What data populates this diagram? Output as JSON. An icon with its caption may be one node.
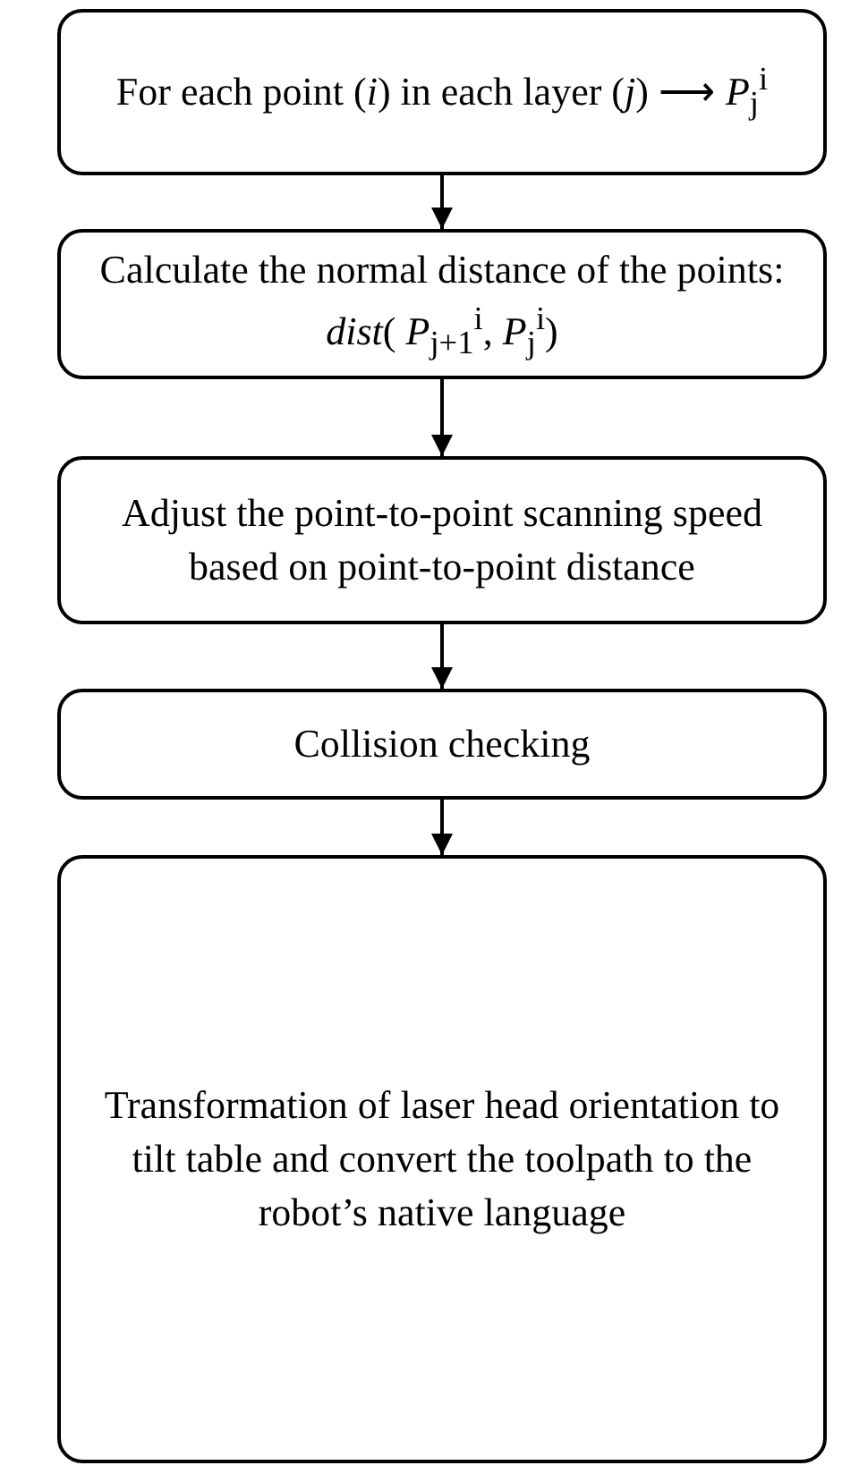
{
  "diagram": {
    "nodes": [
      {
        "text": [
          "For each point (*i*) in each layer (*j*) ⟶ *P*$_{j}$$^{i}$"
        ]
      },
      {
        "text": [
          "Calculate the normal distance of the points: *dist*( *P*$_{j+1}$$^{i}$, *P*$_{j}$$^{i}$)"
        ]
      },
      {
        "text": [
          "Adjust the point-to-point scanning speed based on point-to-point distance"
        ]
      },
      {
        "text": [
          "Collision checking"
        ]
      },
      {
        "text": [
          "Transformation of laser head orientation to tilt table and convert the toolpath to the robot’s native language"
        ]
      }
    ],
    "edges": [
      {
        "from": 0,
        "to": 1,
        "arrow": "to"
      },
      {
        "from": 1,
        "to": 2,
        "arrow": "to"
      },
      {
        "from": 2,
        "to": 3,
        "arrow": "to"
      },
      {
        "from": 3,
        "to": 4,
        "arrow": "to"
      }
    ]
  }
}
